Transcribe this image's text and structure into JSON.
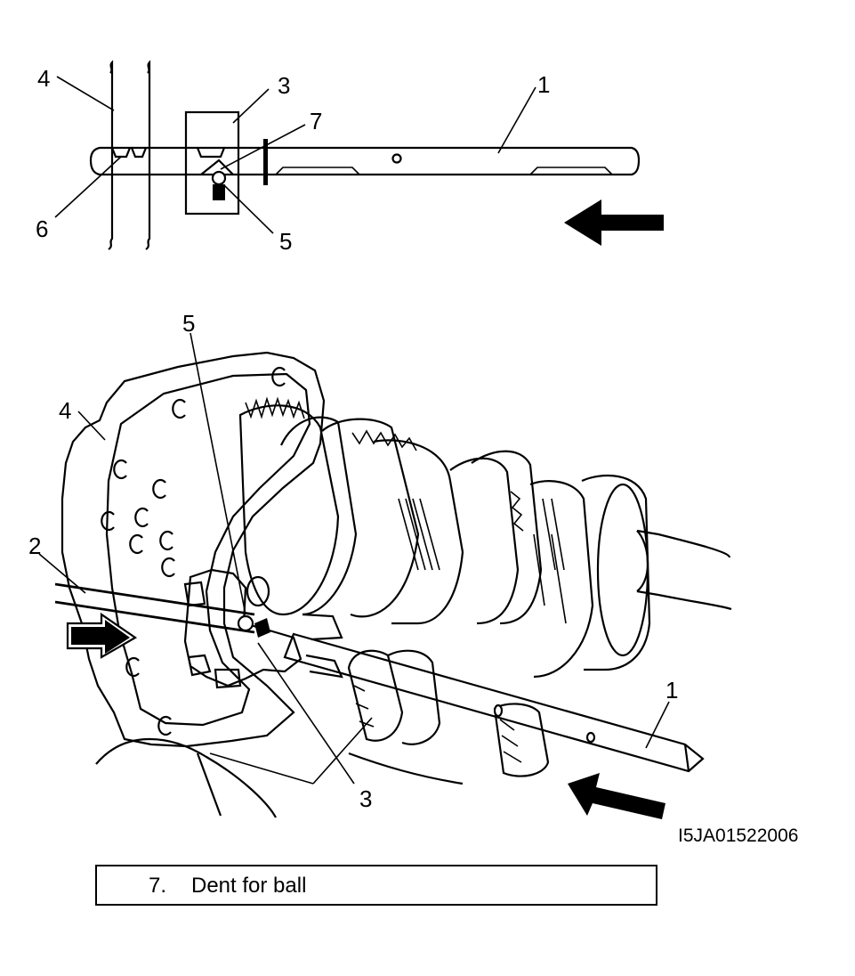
{
  "top_callouts": {
    "c1": "1",
    "c3": "3",
    "c4": "4",
    "c5": "5",
    "c6": "6",
    "c7": "7"
  },
  "bottom_callouts": {
    "c1": "1",
    "c2": "2",
    "c3": "3",
    "c4": "4",
    "c5": "5"
  },
  "figure_code": "I5JA01522006",
  "caption": {
    "number": "7.",
    "text": "Dent for ball"
  }
}
